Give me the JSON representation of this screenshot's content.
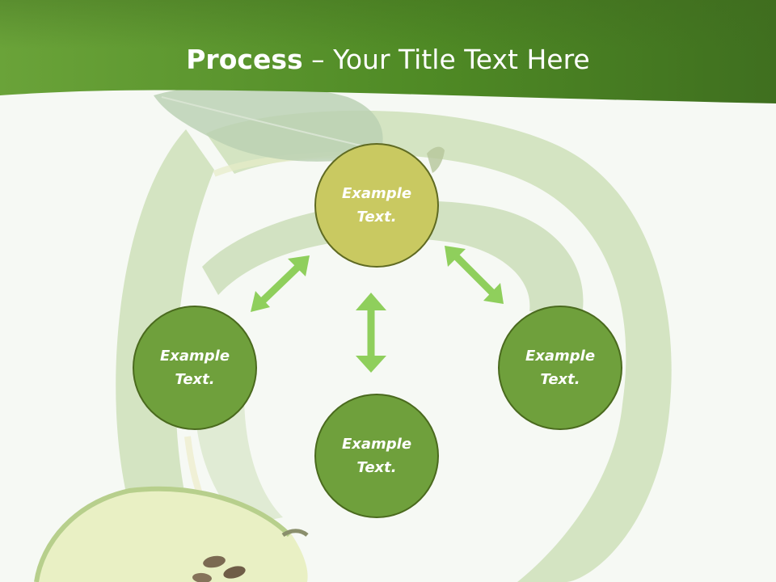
{
  "title": {
    "bold": "Process",
    "separator": " – ",
    "rest": "Your Title Text Here"
  },
  "nodes": {
    "top": {
      "line1": "Example",
      "line2": "Text."
    },
    "left": {
      "line1": "Example",
      "line2": "Text."
    },
    "bottom": {
      "line1": "Example",
      "line2": "Text."
    },
    "right": {
      "line1": "Example",
      "line2": "Text."
    }
  },
  "colors": {
    "header_green": "#4f8a25",
    "node_green": "#6fa03c",
    "node_olive": "#c9c961",
    "arrow_green": "#8fcf5c"
  }
}
